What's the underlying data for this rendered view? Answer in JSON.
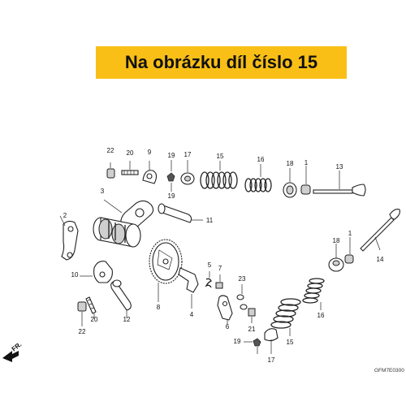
{
  "banner": {
    "text": "Na obrázku díl číslo 15"
  },
  "diagram": {
    "code": "GFM7E0300",
    "direction_label": "FR.",
    "callouts": [
      "22",
      "20",
      "9",
      "19",
      "17",
      "15",
      "16",
      "18",
      "1",
      "13",
      "19",
      "3",
      "11",
      "2",
      "18",
      "1",
      "14",
      "10",
      "5",
      "7",
      "23",
      "8",
      "12",
      "4",
      "6",
      "21",
      "22",
      "20",
      "19",
      "17",
      "16",
      "15"
    ]
  }
}
